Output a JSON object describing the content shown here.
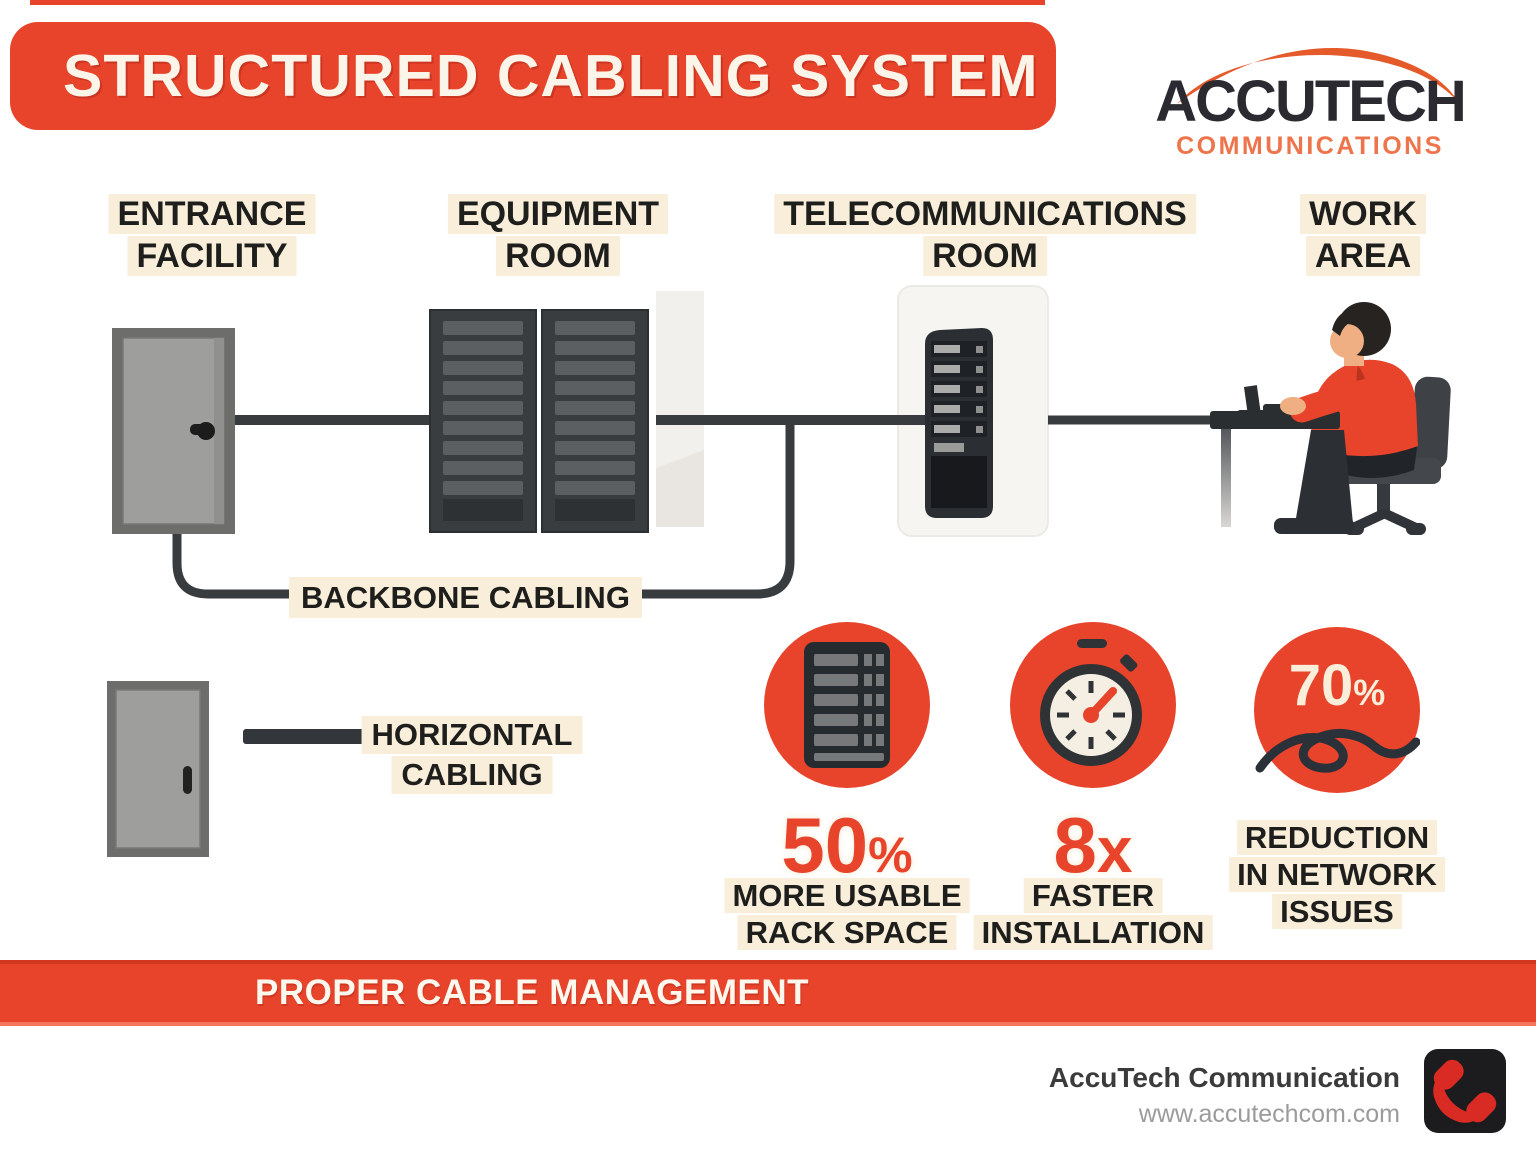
{
  "header": {
    "title": "STRUCTURED CABLING SYSTEM"
  },
  "logo": {
    "name": "ACCUTECH",
    "subtitle": "COMMUNICATIONS"
  },
  "sections": [
    {
      "line1": "ENTRANCE",
      "line2": "FACILITY"
    },
    {
      "line1": "EQUIPMENT",
      "line2": "ROOM"
    },
    {
      "line1": "TELECOMMUNICATIONS",
      "line2": "ROOM"
    },
    {
      "line1": "WORK",
      "line2": "AREA"
    }
  ],
  "cabling_labels": {
    "backbone": "BACKBONE CABLING",
    "horizontal_line1": "HORIZONTAL",
    "horizontal_line2": "CABLING"
  },
  "stats": [
    {
      "icon": "server-rack-icon",
      "number": "50",
      "suffix": "%",
      "caption_line1": "MORE USABLE",
      "caption_line2": "RACK SPACE"
    },
    {
      "icon": "stopwatch-icon",
      "number": "8",
      "suffix": "x",
      "caption_line1": "FASTER",
      "caption_line2": "INSTALLATION"
    },
    {
      "icon": "tangled-cable-icon",
      "number": "70",
      "suffix": "%",
      "caption_line1": "REDUCTION",
      "caption_line2": "IN NETWORK",
      "caption_line3": "ISSUES"
    }
  ],
  "banner": {
    "text": "PROPER CABLE MANAGEMENT"
  },
  "footer": {
    "company": "AccuTech Communication",
    "website": "www.accutechcom.com"
  },
  "colors": {
    "red": "#E8432B",
    "orange": "#EE744C",
    "cream": "#F8EEDA",
    "dark": "#1E1E1C",
    "cable": "#393C3E",
    "navy": "#2B3036"
  }
}
